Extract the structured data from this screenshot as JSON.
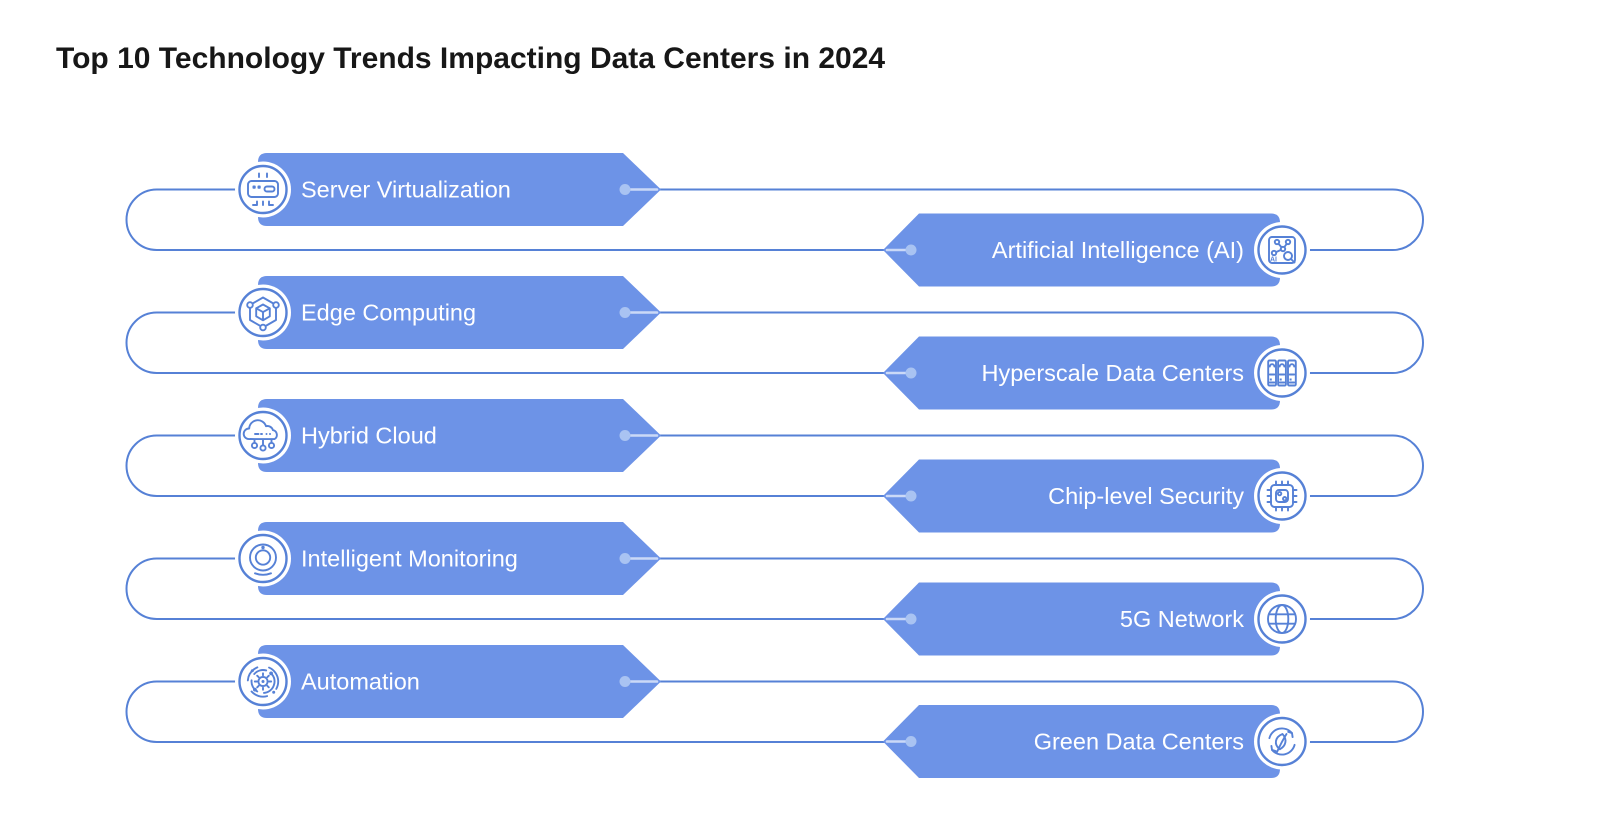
{
  "title": "Top 10 Technology Trends Impacting Data Centers in 2024",
  "colors": {
    "banner": "#6D93E7",
    "connector_line": "#5681D6",
    "connector_node": "#A9C3F2",
    "icon_stroke": "#5681D6",
    "label_text": "#FFFFFF",
    "title_text": "#171717",
    "background": "#FFFFFF"
  },
  "trends": [
    {
      "label": "Server Virtualization",
      "side": "left",
      "icon": "server-virtualization-icon"
    },
    {
      "label": "Artificial Intelligence (AI)",
      "side": "right",
      "icon": "artificial-intelligence-icon"
    },
    {
      "label": "Edge Computing",
      "side": "left",
      "icon": "edge-computing-icon"
    },
    {
      "label": "Hyperscale Data Centers",
      "side": "right",
      "icon": "hyperscale-data-centers-icon"
    },
    {
      "label": "Hybrid Cloud",
      "side": "left",
      "icon": "hybrid-cloud-icon"
    },
    {
      "label": "Chip-level Security",
      "side": "right",
      "icon": "chip-level-security-icon"
    },
    {
      "label": "Intelligent Monitoring",
      "side": "left",
      "icon": "intelligent-monitoring-icon"
    },
    {
      "label": "5G Network",
      "side": "right",
      "icon": "5g-network-icon"
    },
    {
      "label": "Automation",
      "side": "left",
      "icon": "automation-icon"
    },
    {
      "label": "Green Data Centers",
      "side": "right",
      "icon": "green-data-centers-icon"
    }
  ]
}
